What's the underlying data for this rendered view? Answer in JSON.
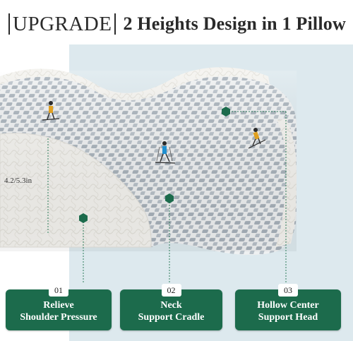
{
  "headline": {
    "tag": "UPGRADE",
    "text": "2 Heights Design in 1 Pillow"
  },
  "measurement": "4.2/5.3in",
  "features": [
    {
      "num": "01",
      "line1": "Relieve",
      "line2": "Shoulder Pressure"
    },
    {
      "num": "02",
      "line1": "Neck",
      "line2": "Support Cradle"
    },
    {
      "num": "03",
      "line1": "Hollow Center",
      "line2": "Support Head"
    }
  ],
  "colors": {
    "accent_green": "#1c6b4c",
    "panel_blue": "#dde9ee"
  }
}
